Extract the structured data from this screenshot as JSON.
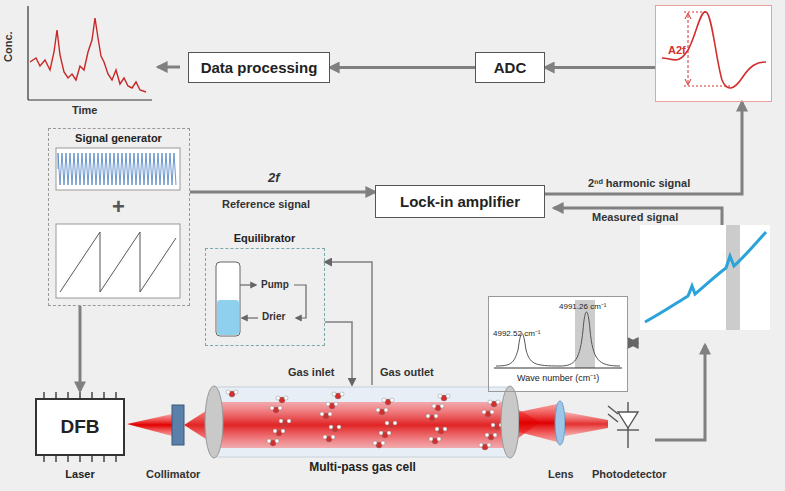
{
  "diagram": {
    "nodes": [
      {
        "text": [
          "Data processing"
        ]
      },
      {
        "text": [
          "ADC"
        ]
      },
      {
        "text": [
          "A2f"
        ]
      },
      {
        "text": [
          "Signal generator"
        ]
      },
      {
        "text": [
          "Lock-in amplifier"
        ]
      },
      {
        "text": [
          "Equilibrator"
        ]
      },
      {
        "text": [
          "4992.52 cm⁻¹",
          "4991.26 cm⁻¹",
          "Wave number (cm⁻¹)"
        ]
      },
      {
        "text": [
          "DFB",
          "Laser"
        ]
      },
      {
        "text": [
          "Multi-pass gas cell"
        ]
      }
    ],
    "edges": [
      {
        "from": 1,
        "to": 0,
        "arrow": "to"
      },
      {
        "from": 2,
        "to": 1,
        "arrow": "to"
      },
      {
        "from": 3,
        "to": 4,
        "label": "2f",
        "arrow": "to"
      },
      {
        "from": 4,
        "to": 2,
        "label": "2ⁿᵈ harmonic signal",
        "arrow": "to"
      },
      {
        "from": 3,
        "to": 7,
        "arrow": "to"
      },
      {
        "from": 8,
        "to": 5,
        "arrow": "to"
      },
      {
        "from": 5,
        "to": 8,
        "arrow": "to"
      }
    ],
    "labels": [
      "Conc.",
      "Time",
      "+",
      "Reference signal",
      "Measured signal",
      "Pump",
      "Drier",
      "Gas inlet",
      "Gas outlet",
      "Collimator",
      "Lens",
      "Photodetector"
    ]
  }
}
